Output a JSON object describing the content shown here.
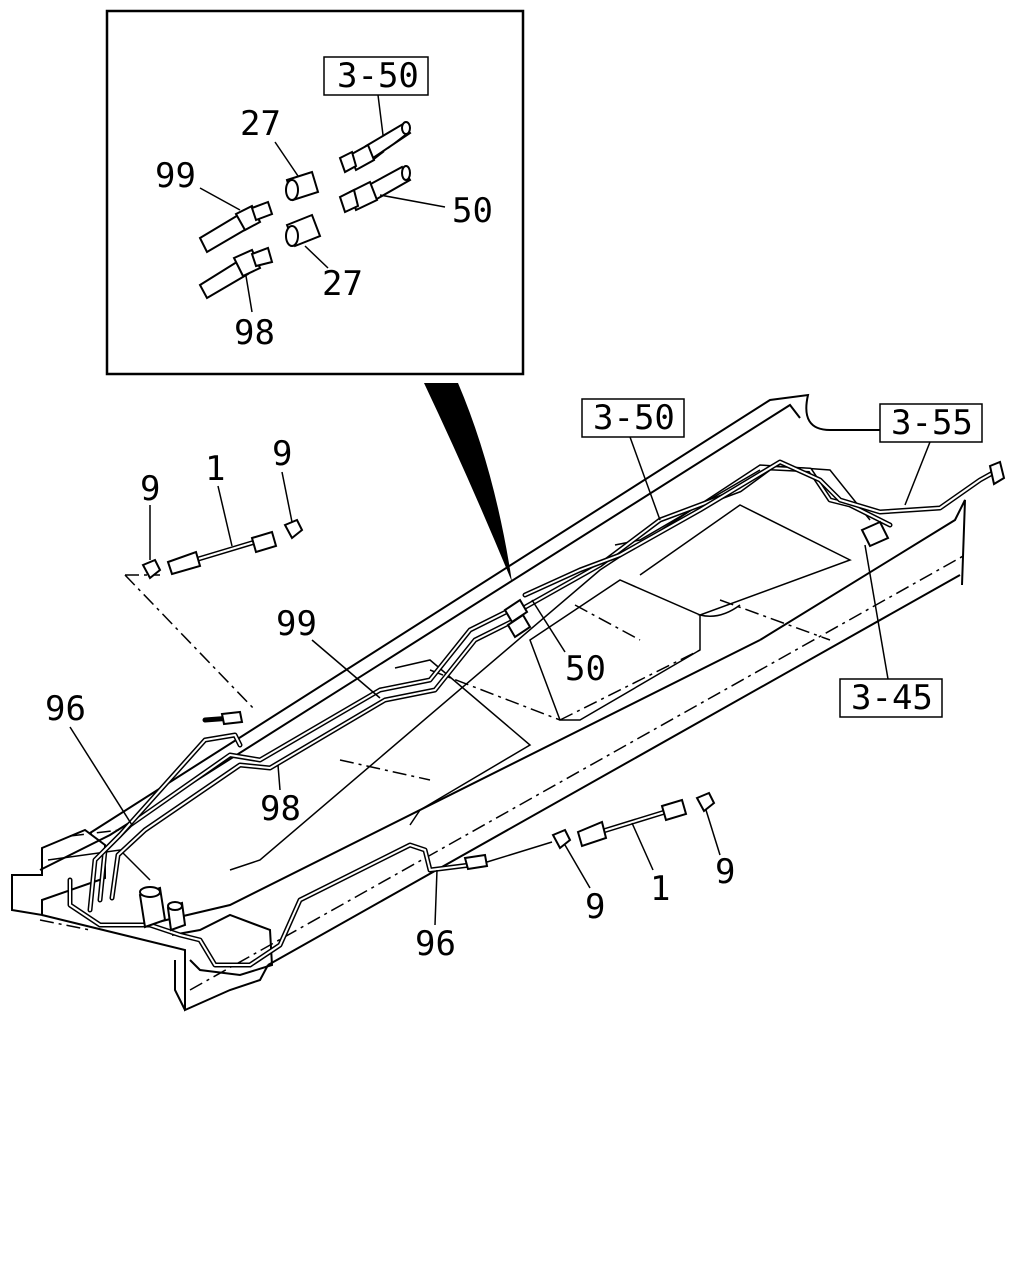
{
  "callouts": {
    "inset_ref_3_50": "3-50",
    "inset_27_top": "27",
    "inset_99": "99",
    "inset_50": "50",
    "inset_27_bottom": "27",
    "inset_98": "98",
    "ref_3_55": "3-55",
    "ref_3_50": "3-50",
    "ref_3_45": "3-45",
    "left_9_a": "9",
    "left_1": "1",
    "left_9_b": "9",
    "main_99": "99",
    "main_50": "50",
    "main_96_left": "96",
    "main_98": "98",
    "right_9_a": "9",
    "right_1": "1",
    "right_9_b": "9",
    "main_96_bottom": "96"
  }
}
